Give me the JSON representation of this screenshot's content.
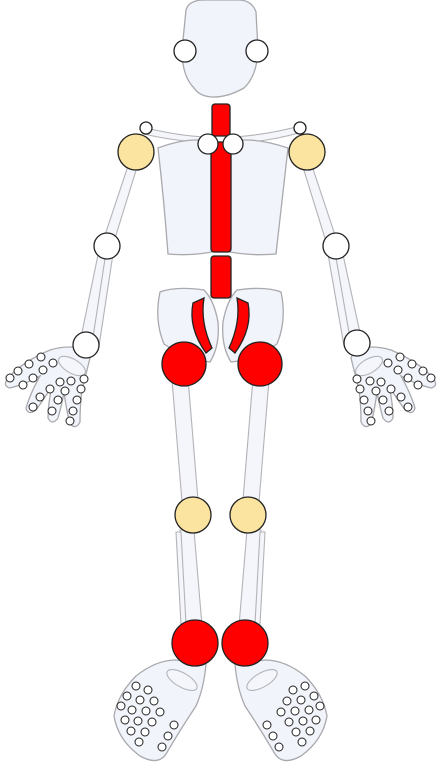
{
  "colors": {
    "background": "#ffffff",
    "bone_fill": "#f1f4fb",
    "bone_outline": "#a9a9ae",
    "none": "#ffffff",
    "mild": "#fbe4a0",
    "severe": "#ff0000",
    "joint_outline": "#222222"
  },
  "joints": [
    {
      "id": "jaw-left",
      "state": "none"
    },
    {
      "id": "jaw-right",
      "state": "none"
    },
    {
      "id": "acromioclavicular-right",
      "state": "none"
    },
    {
      "id": "acromioclavicular-left",
      "state": "none"
    },
    {
      "id": "sternoclavicular-right",
      "state": "none"
    },
    {
      "id": "sternoclavicular-left",
      "state": "none"
    },
    {
      "id": "shoulder-right",
      "state": "mild"
    },
    {
      "id": "shoulder-left",
      "state": "mild"
    },
    {
      "id": "elbow-right",
      "state": "none"
    },
    {
      "id": "elbow-left",
      "state": "none"
    },
    {
      "id": "wrist-right",
      "state": "none"
    },
    {
      "id": "wrist-left",
      "state": "none"
    },
    {
      "id": "hip-right",
      "state": "severe"
    },
    {
      "id": "hip-left",
      "state": "severe"
    },
    {
      "id": "knee-right",
      "state": "mild"
    },
    {
      "id": "knee-left",
      "state": "mild"
    },
    {
      "id": "ankle-right",
      "state": "severe"
    },
    {
      "id": "ankle-left",
      "state": "severe"
    },
    {
      "id": "spine-cervical",
      "state": "severe"
    },
    {
      "id": "spine-thoracic",
      "state": "severe"
    },
    {
      "id": "spine-lumbar",
      "state": "severe"
    },
    {
      "id": "sacroiliac-right",
      "state": "severe"
    },
    {
      "id": "sacroiliac-left",
      "state": "severe"
    },
    {
      "id": "finger-joints-right-hand",
      "state": "none"
    },
    {
      "id": "finger-joints-left-hand",
      "state": "none"
    },
    {
      "id": "toe-joints-right-foot",
      "state": "none"
    },
    {
      "id": "toe-joints-left-foot",
      "state": "none"
    }
  ]
}
